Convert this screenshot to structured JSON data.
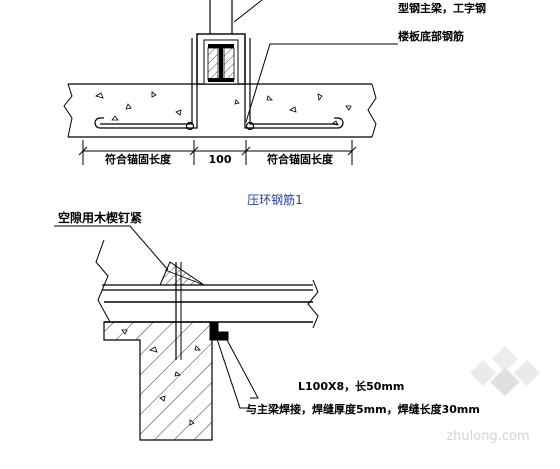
{
  "top_detail": {
    "label_main_beam": "型钢主梁，工字钢",
    "label_slab_rebar": "楼板底部钢筋",
    "dim_left": "符合锚固长度",
    "dim_mid": "100",
    "dim_right": "符合锚固长度",
    "caption": "压环钢筋1"
  },
  "bottom_detail": {
    "label_wedge": "空隙用木楔钉紧",
    "label_angle": "L100X8，长50mm",
    "label_weld": "与主梁焊接，焊缝厚度5mm，焊缝长度30mm"
  },
  "watermark": {
    "text": "zhulong.com"
  },
  "colors": {
    "line": "#000000",
    "caption": "#2a3a9a",
    "watermark": "#c8c8c8"
  }
}
